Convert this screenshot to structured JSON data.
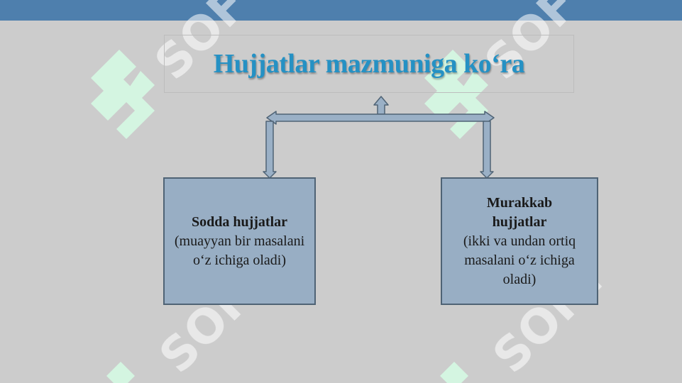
{
  "header": {
    "title": "Hujjatlar mazmuniga ko‘ra"
  },
  "diagram": {
    "left_node": {
      "title": "Sodda  hujjatlar",
      "description": "(muayyan bir masalani o‘z ichiga oladi)"
    },
    "right_node": {
      "title": "Murakkab\nhujjatlar",
      "description": "(ikki va undan ortiq masalani o‘z ichiga oladi)"
    }
  },
  "watermark": {
    "text": "SOFT"
  },
  "colors": {
    "background": "#cccccc",
    "top_bar": "#4e7fad",
    "title": "#2591c4",
    "node_fill": "#98aec4",
    "node_border": "#4f6375",
    "arrow_fill": "#9ab0c6",
    "arrow_stroke": "#4f6375",
    "watermark": "#ffffff",
    "watermark_logo": "#d4f7e2"
  }
}
